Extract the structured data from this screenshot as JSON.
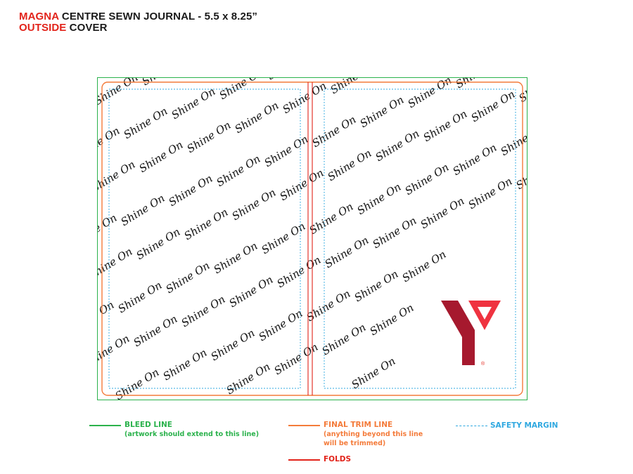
{
  "header": {
    "line1_highlight": "MAGNA",
    "line1_rest": "CENTRE SEWN JOURNAL - 5.5 x 8.25”",
    "line2_highlight": "OUTSIDE",
    "line2_rest": "COVER"
  },
  "artwork": {
    "pattern_text": "Shine On",
    "logo_icon": "ymca-y-logo-icon",
    "registered_mark": "®"
  },
  "legend": {
    "bleed": {
      "label": "BLEED LINE",
      "note": "(artwork should extend to this line)",
      "color": "#2bb24c"
    },
    "trim": {
      "label": "FINAL TRIM LINE",
      "note_line1": "(anything beyond this line",
      "note_line2": "will be trimmed)",
      "color": "#f47b3a"
    },
    "safety": {
      "label": "SAFETY MARGIN",
      "color": "#2fa8e0"
    },
    "folds": {
      "label": "FOLDS",
      "color": "#e2231a"
    }
  },
  "colors": {
    "brand_red": "#e2231a",
    "logo_dark_red": "#a6192e",
    "logo_light_red": "#ef3340"
  }
}
